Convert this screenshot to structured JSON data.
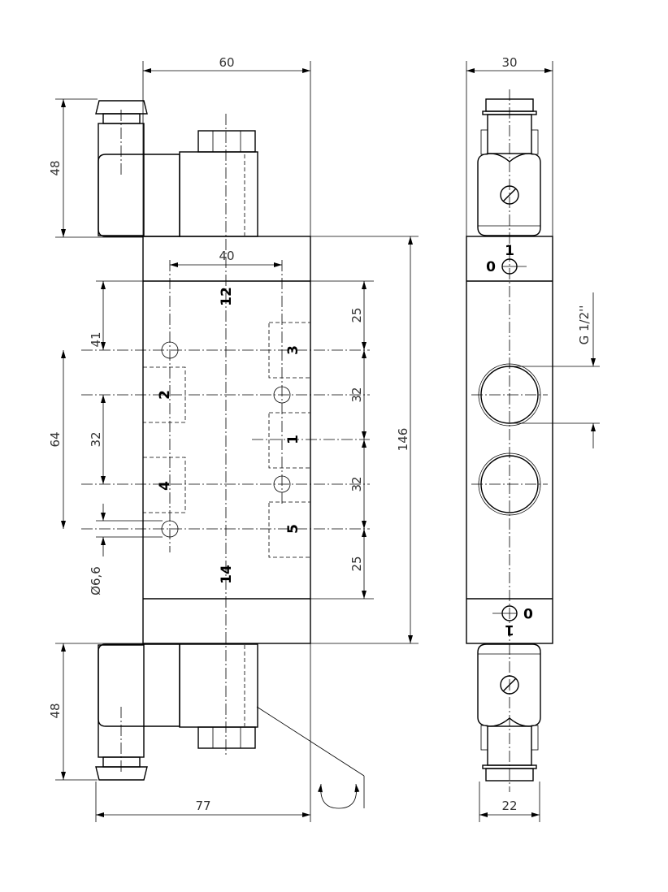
{
  "front_view": {
    "width": "60",
    "port_spacing": "40",
    "top_solenoid_height": "48",
    "bottom_solenoid_height": "48",
    "overall_length": "77",
    "dim_41": "41",
    "dim_64": "64",
    "dim_32_left": "32",
    "hole_diameter": "Ø6,6",
    "dim_25_top": "25",
    "dim_32_upper": "32",
    "dim_32_lower": "32",
    "dim_25_bottom": "25",
    "body_length": "146",
    "ports": {
      "p12": "12",
      "p14": "14",
      "p1": "1",
      "p2": "2",
      "p3": "3",
      "p4": "4",
      "p5": "5"
    }
  },
  "side_view": {
    "width": "30",
    "base_width": "22",
    "thread": "G 1/2''",
    "override_top": {
      "on": "1",
      "off": "0"
    },
    "override_bottom": {
      "on": "1",
      "off": "0"
    }
  }
}
